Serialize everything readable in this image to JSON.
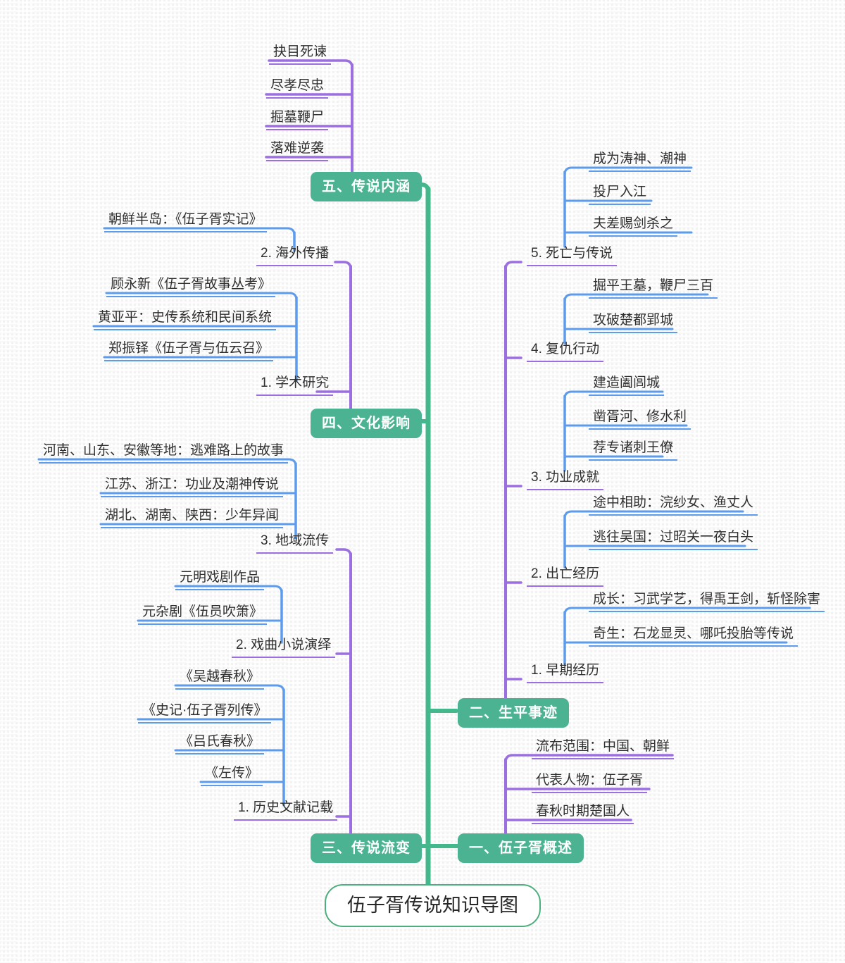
{
  "theme": {
    "root_border": "#4caf7d",
    "branch_fill": "#4bb392",
    "branch_text": "#ffffff",
    "level2_line": "#9b6fe0",
    "level3_line": "#5d9cec",
    "trunk": "#42b88c",
    "text": "#2f2f2f",
    "background": "#f2f2f2"
  },
  "root": {
    "label": "伍子胥传说知识导图"
  },
  "branches": {
    "b1": {
      "label": "一、伍子胥概述",
      "children": [
        {
          "label": "流布范围：中国、朝鲜"
        },
        {
          "label": "代表人物：伍子胥"
        },
        {
          "label": "春秋时期楚国人"
        }
      ]
    },
    "b2": {
      "label": "二、生平事迹",
      "children": [
        {
          "label": "1. 早期经历",
          "children": [
            {
              "label": "成长：习武学艺，得禹王剑，斩怪除害"
            },
            {
              "label": "奇生：石龙显灵、哪吒投胎等传说"
            }
          ]
        },
        {
          "label": "2. 出亡经历",
          "children": [
            {
              "label": "途中相助：浣纱女、渔丈人"
            },
            {
              "label": "逃往吴国：过昭关一夜白头"
            }
          ]
        },
        {
          "label": "3. 功业成就",
          "children": [
            {
              "label": "建造阖闾城"
            },
            {
              "label": "凿胥河、修水利"
            },
            {
              "label": "荐专诸刺王僚"
            }
          ]
        },
        {
          "label": "4. 复仇行动",
          "children": [
            {
              "label": "掘平王墓，鞭尸三百"
            },
            {
              "label": "攻破楚都郢城"
            }
          ]
        },
        {
          "label": "5. 死亡与传说",
          "children": [
            {
              "label": "成为涛神、潮神"
            },
            {
              "label": "投尸入江"
            },
            {
              "label": "夫差赐剑杀之"
            }
          ]
        }
      ]
    },
    "b3": {
      "label": "三、传说流变",
      "children": [
        {
          "label": "1. 历史文献记载",
          "children": [
            {
              "label": "《吴越春秋》"
            },
            {
              "label": "《史记·伍子胥列传》"
            },
            {
              "label": "《吕氏春秋》"
            },
            {
              "label": "《左传》"
            }
          ]
        },
        {
          "label": "2. 戏曲小说演绎",
          "children": [
            {
              "label": "元明戏剧作品"
            },
            {
              "label": "元杂剧《伍员吹箫》"
            }
          ]
        },
        {
          "label": "3. 地域流传",
          "children": [
            {
              "label": "河南、山东、安徽等地：逃难路上的故事"
            },
            {
              "label": "江苏、浙江：功业及潮神传说"
            },
            {
              "label": "湖北、湖南、陕西：少年异闻"
            }
          ]
        }
      ]
    },
    "b4": {
      "label": "四、文化影响",
      "children": [
        {
          "label": "1. 学术研究",
          "children": [
            {
              "label": "顾永新《伍子胥故事丛考》"
            },
            {
              "label": "黄亚平：史传系统和民间系统"
            },
            {
              "label": "郑振铎《伍子胥与伍云召》"
            }
          ]
        },
        {
          "label": "2. 海外传播",
          "children": [
            {
              "label": "朝鲜半岛：《伍子胥实记》"
            }
          ]
        }
      ]
    },
    "b5": {
      "label": "五、传说内涵",
      "children": [
        {
          "label": "抉目死谏"
        },
        {
          "label": "尽孝尽忠"
        },
        {
          "label": "掘墓鞭尸"
        },
        {
          "label": "落难逆袭"
        }
      ]
    }
  }
}
